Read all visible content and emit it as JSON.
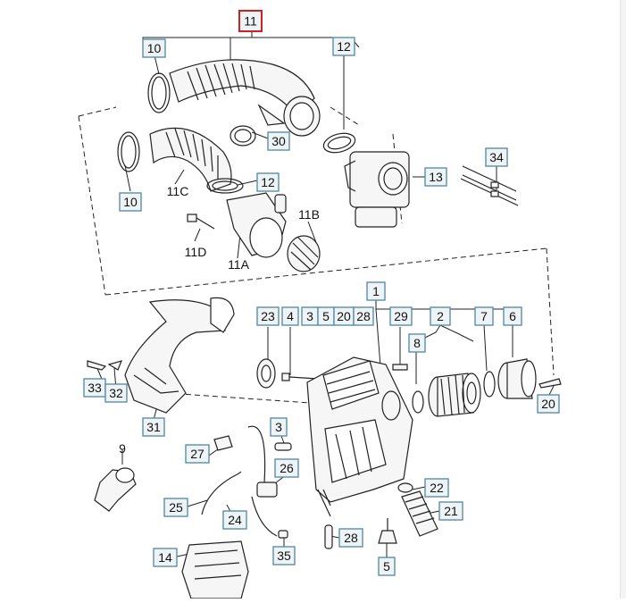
{
  "diagram": {
    "colors": {
      "callout_border": "#5b8fa8",
      "callout_fill": "#eef3f6",
      "callout_text": "#111111",
      "highlight_border": "#cc2222",
      "part_stroke": "#222222",
      "part_fill": "#f4f4f4",
      "background": "#ffffff"
    },
    "highlighted_label": "11",
    "labels": [
      "11",
      "10",
      "12",
      "30",
      "10",
      "11C",
      "12",
      "13",
      "34",
      "11B",
      "11D",
      "11A",
      "1",
      "23",
      "4",
      "3",
      "5",
      "20",
      "28",
      "29",
      "2",
      "7",
      "6",
      "8",
      "33",
      "32",
      "31",
      "3",
      "20",
      "27",
      "26",
      "9",
      "22",
      "25",
      "24",
      "21",
      "28",
      "14",
      "35",
      "5"
    ],
    "unboxed_labels": [
      "11C",
      "11B",
      "11D",
      "11A",
      "9"
    ]
  }
}
